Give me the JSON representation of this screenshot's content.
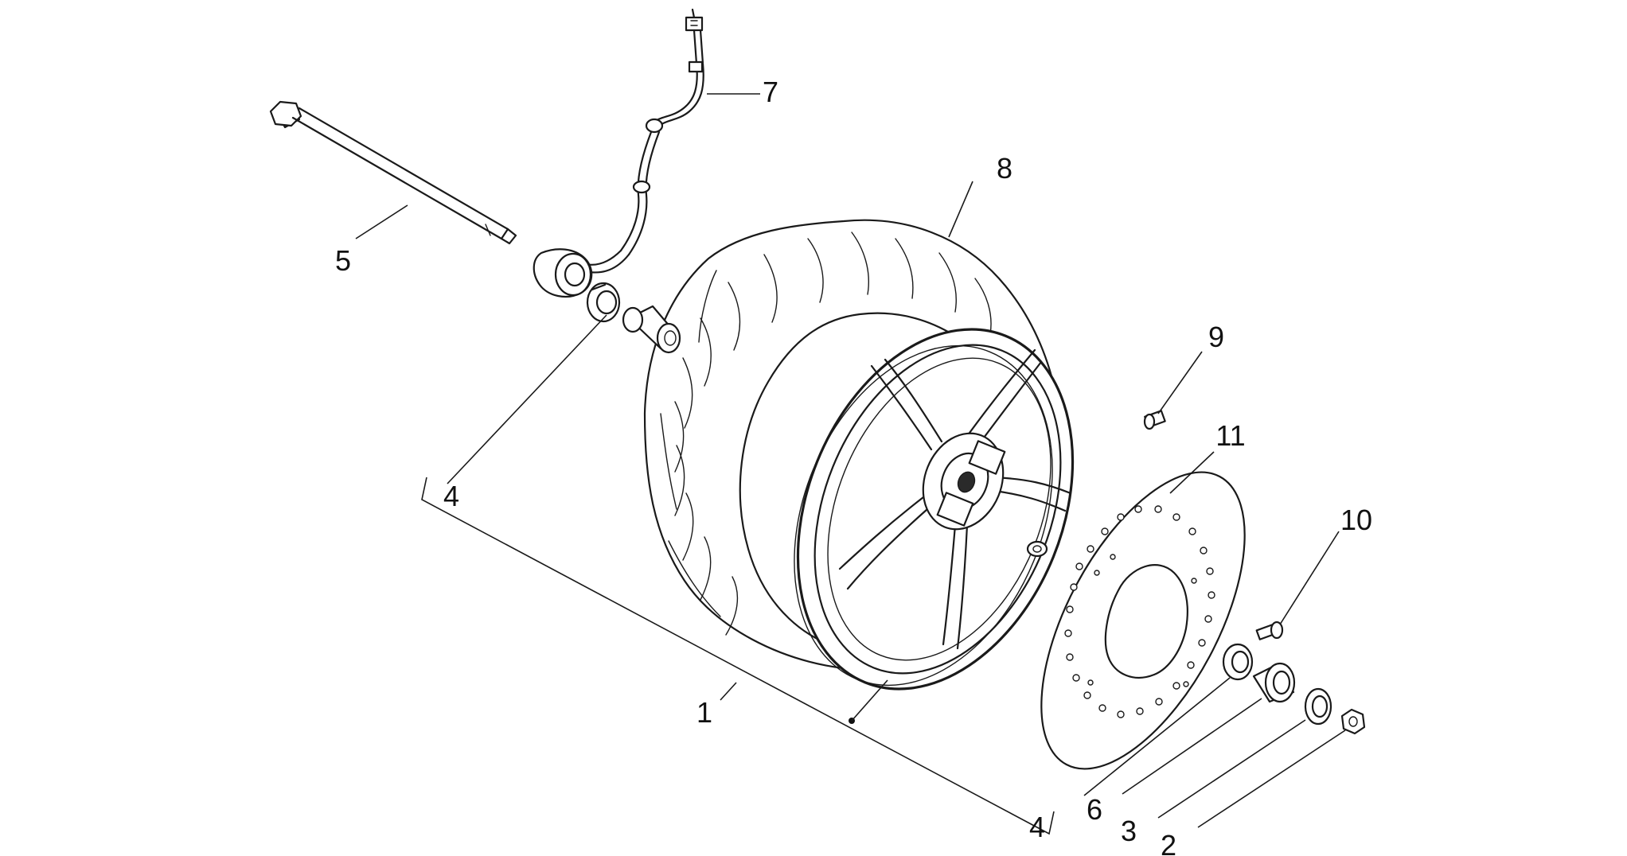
{
  "diagram": {
    "callouts": [
      {
        "id": "c1",
        "label": "1"
      },
      {
        "id": "c2",
        "label": "2"
      },
      {
        "id": "c3",
        "label": "3"
      },
      {
        "id": "c4a",
        "label": "4"
      },
      {
        "id": "c4b",
        "label": "4"
      },
      {
        "id": "c5",
        "label": "5"
      },
      {
        "id": "c6",
        "label": "6"
      },
      {
        "id": "c7",
        "label": "7"
      },
      {
        "id": "c8",
        "label": "8"
      },
      {
        "id": "c9",
        "label": "9"
      },
      {
        "id": "c10",
        "label": "10"
      },
      {
        "id": "c11",
        "label": "11"
      }
    ],
    "colors": {
      "ink": "#1a1a1a",
      "background": "#ffffff"
    }
  }
}
